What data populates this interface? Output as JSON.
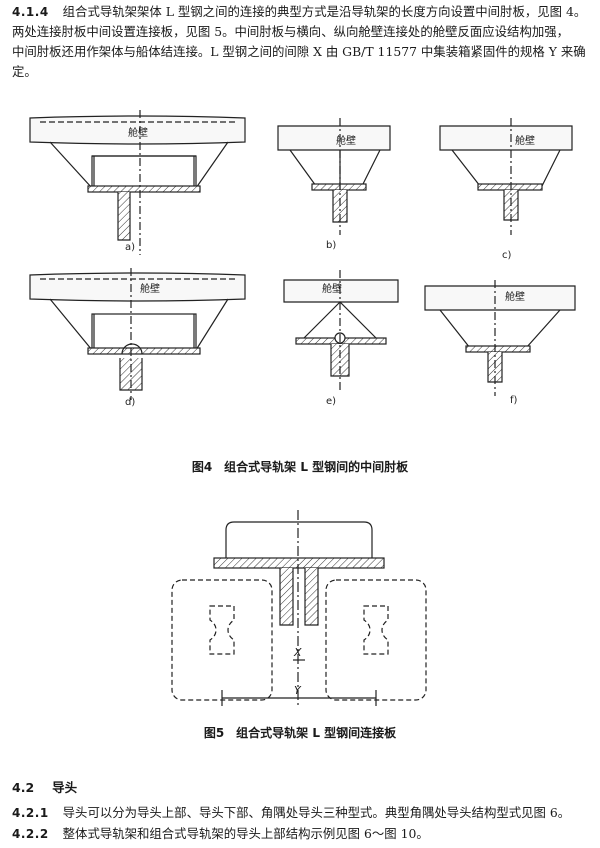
{
  "clause_4_1_4": {
    "number": "4.1.4",
    "lines": [
      "组合式导轨架架体 L 型钢之间的连接的典型方式是沿导轨架的长度方向设置中间肘板，见图 4。",
      "两处连接肘板中间设置连接板，见图 5。中间肘板与横向、纵向舱壁连接处的舱壁反面应设结构加强，",
      "中间肘板还用作架体与船体结连接。L 型钢之间的间隙 X 由 GB/T 11577 中集装箱紧固件的规格 Y 来确",
      "定。"
    ]
  },
  "figure4": {
    "bulkhead_label": "舱壁",
    "sub_labels": [
      "a)",
      "b)",
      "c)",
      "d)",
      "e)",
      "f)"
    ],
    "caption": "图4　组合式导轨架 L 型钢间的中间肘板"
  },
  "figure5": {
    "dim_x": "X",
    "dim_y": "Y",
    "caption": "图5　组合式导轨架 L 型钢间连接板"
  },
  "section_4_2": {
    "number": "4.2",
    "title": "导头"
  },
  "clause_4_2_1": {
    "number": "4.2.1",
    "text": "导头可以分为导头上部、导头下部、角隅处导头三种型式。典型角隅处导头结构型式见图 6。"
  },
  "clause_4_2_2": {
    "number": "4.2.2",
    "text": "整体式导轨架和组合式导轨架的导头上部结构示例见图 6～图 10。"
  }
}
